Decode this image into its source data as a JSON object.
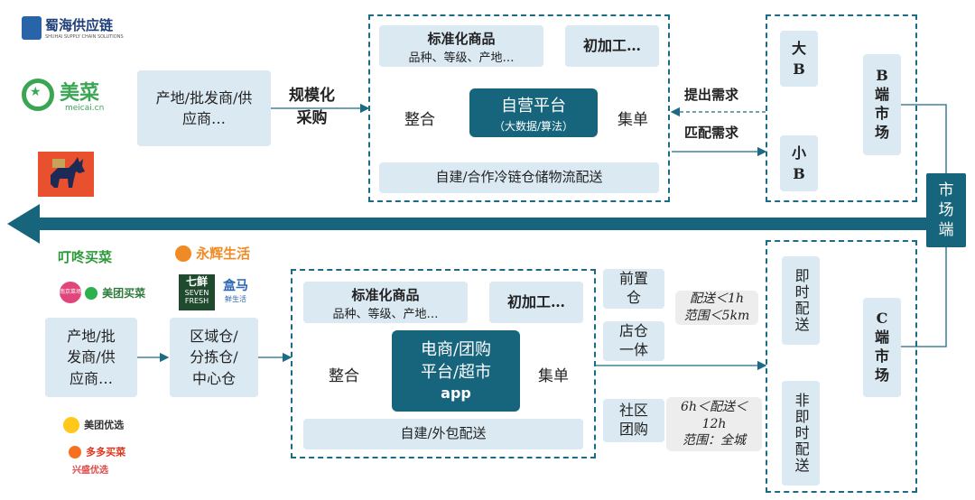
{
  "colors": {
    "primary_teal": "#17657d",
    "light_blue_box": "#dbe9f3",
    "note_gray": "#ededed",
    "meicai_green": "#3aa654"
  },
  "logos": {
    "shuhai": "蜀海供应链",
    "shuhai_sub": "SHUHAI SUPPLY CHAIN SOLUTIONS",
    "meicai": "美菜",
    "meicai_sub": "meicai.cn",
    "dingdong": "叮咚买菜",
    "yonghui": "永辉生活",
    "qixian": "七鲜",
    "qixian_en1": "SEVEN",
    "qixian_en2": "FRESH",
    "hema": "盒马",
    "hema_sub": "鲜生活",
    "nanchang": "南京菜场",
    "meituan_maicai": "美团买菜",
    "meituan_youxuan": "美团优选",
    "duoduo": "多多买菜",
    "xingsheng": "兴盛优选"
  },
  "top": {
    "source": "产地/批发商/供应商…",
    "procure": [
      "规模化",
      "采购"
    ],
    "std_goods": "标准化商品",
    "std_goods_sub": "品种、等级、产地…",
    "processing": "初加工…",
    "integrate": "整合",
    "platform": "自营平台",
    "platform_sub": "（大数据/算法）",
    "collect": "集单",
    "logistics": "自建/合作冷链仓储物流配送",
    "submit_demand": "提出需求",
    "match_demand": "匹配需求",
    "big_b": [
      "大",
      "B"
    ],
    "small_b": [
      "小",
      "B"
    ],
    "b_market": [
      "B",
      "端",
      "市",
      "场"
    ]
  },
  "market_label": [
    "市",
    "场",
    "端"
  ],
  "bottom": {
    "source": [
      "产地/批",
      "发商/供",
      "应商…"
    ],
    "warehouse": [
      "区域仓/",
      "分拣仓/",
      "中心仓"
    ],
    "std_goods": "标准化商品",
    "std_goods_sub": "品种、等级、产地…",
    "processing": "初加工…",
    "integrate": "整合",
    "platform": [
      "电商/团购",
      "平台/超市",
      "app"
    ],
    "collect": "集单",
    "delivery": "自建/外包配送",
    "front_warehouse": [
      "前置",
      "仓"
    ],
    "store_warehouse": [
      "店仓",
      "一体"
    ],
    "community": [
      "社区",
      "团购"
    ],
    "note1": [
      "配送＜1h",
      "范围＜5km"
    ],
    "note2": [
      "6h＜配送＜",
      "12h",
      "范围：全城"
    ],
    "instant": "即时配送",
    "non_instant": "非即时配送",
    "c_market": [
      "C",
      "端",
      "市",
      "场"
    ]
  }
}
